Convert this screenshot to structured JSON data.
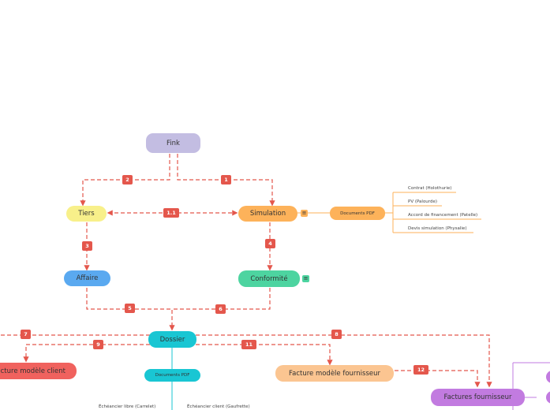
{
  "nodes": {
    "fink": "Fink",
    "tiers": "Tiers",
    "simulation": "Simulation",
    "affaire": "Affaire",
    "conformite": "Conformité",
    "dossier": "Dossier",
    "documents_pdf_sim": "Documents PDF",
    "documents_pdf_dossier": "Documents PDF",
    "facture_client": "Facture modèle client",
    "facture_fournisseur": "Facture modèle fournisseur",
    "factures_fournisseur": "Factures fournisseur"
  },
  "simulation_docs": [
    "Contrat (Holothurie)",
    "PV (Palourde)",
    "Accord de financement (Patelle)",
    "Devis simulation (Physalie)"
  ],
  "dossier_docs": [
    "Échéancier libre (Carrelet)",
    "Échéancier client (Gaufrette)"
  ],
  "badges": {
    "b1": "1",
    "b2": "2",
    "b3": "3",
    "b4": "4",
    "b5": "5",
    "b6": "6",
    "b7": "7",
    "b8": "8",
    "b9": "9",
    "b11": "11",
    "b11b": "1.1",
    "b12": "12"
  },
  "colors": {
    "fink": "#c3bde2",
    "tiers": "#f8f08a",
    "simulation": "#fdb25a",
    "affaire": "#5aa9f0",
    "conformite": "#4dd4a0",
    "dossier": "#19c6d3",
    "facture_client": "#f0625e",
    "facture_fournisseur": "#fbc591",
    "factures_fournisseur": "#c27be0",
    "link": "#e4574c"
  }
}
